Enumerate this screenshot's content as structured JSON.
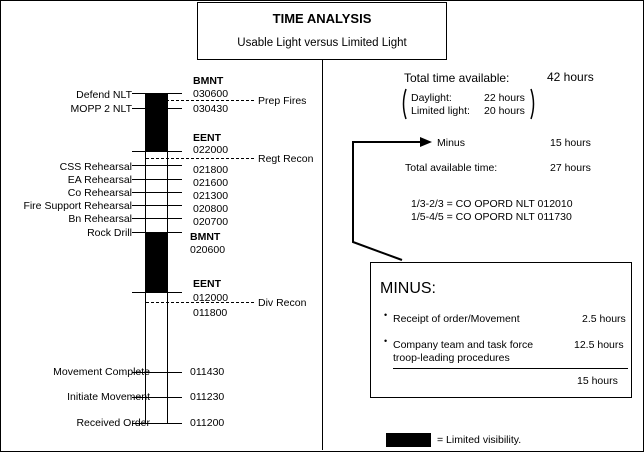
{
  "title": "TIME ANALYSIS",
  "subtitle": "Usable Light versus Limited Light",
  "timeline": {
    "left_labels": [
      "Defend NLT",
      "MOPP 2 NLT",
      "CSS Rehearsal",
      "EA Rehearsal",
      "Co Rehearsal",
      "Fire Support Rehearsal",
      "Bn Rehearsal",
      "Rock Drill",
      "Movement Complete",
      "Initiate Movement",
      "Received Order"
    ],
    "time_headers": [
      "BMNT",
      "EENT",
      "BMNT",
      "EENT"
    ],
    "times": [
      "030600",
      "030430",
      "022000",
      "021800",
      "021600",
      "021300",
      "020800",
      "020700",
      "020600",
      "012000",
      "011800",
      "011430",
      "011230",
      "011200"
    ],
    "events": [
      "Prep Fires",
      "Regt Recon",
      "Div Recon"
    ]
  },
  "summary": {
    "total_label": "Total time available:",
    "total_value": "42 hours",
    "daylight_label": "Daylight:",
    "daylight_value": "22 hours",
    "limited_label": "Limited light:",
    "limited_value": "20 hours",
    "minus_label": "Minus",
    "minus_value": "15 hours",
    "available_label": "Total available time:",
    "available_value": "27 hours",
    "opord_1": "1/3-2/3 = CO OPORD NLT 012010",
    "opord_2": "1/5-4/5 = CO OPORD NLT 011730"
  },
  "minus_box": {
    "heading": "MINUS:",
    "item1_label": "Receipt of order/Movement",
    "item1_value": "2.5 hours",
    "item2_line1": "Company team and task force",
    "item2_line2": "troop-leading procedures",
    "item2_value": "12.5 hours",
    "total": "15 hours"
  },
  "legend": "= Limited visibility."
}
